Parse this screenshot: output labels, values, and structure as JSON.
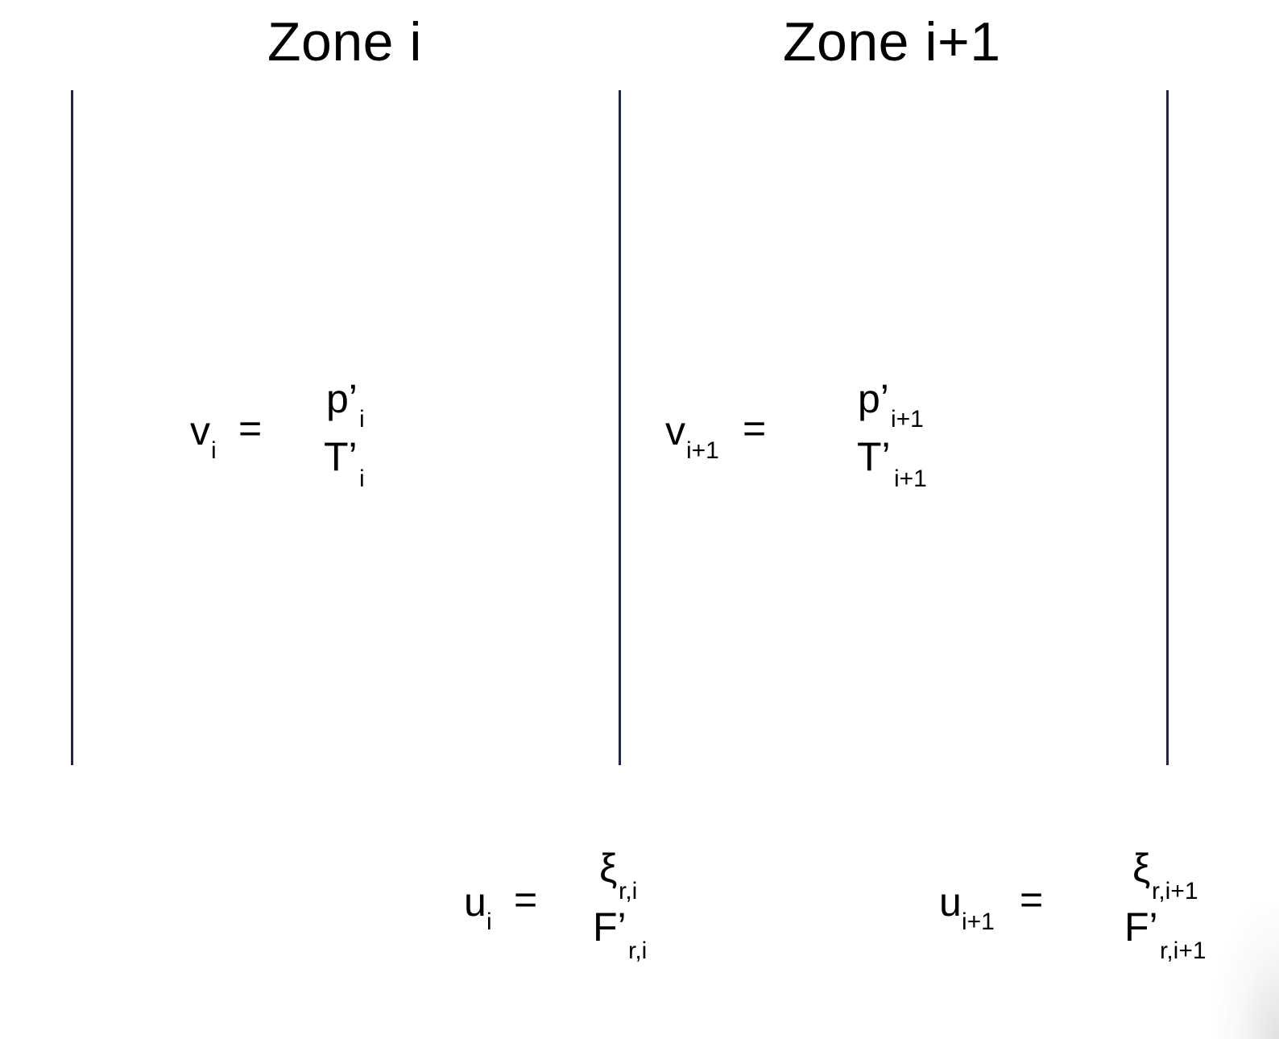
{
  "zones": [
    {
      "title": "Zone i",
      "state": {
        "lhs": "v",
        "lhs_sub": "i",
        "equals": "=",
        "row1_main": "p’",
        "row1_sub": "i",
        "row2_main": "T’",
        "row2_sub": "i"
      },
      "control": {
        "lhs": "u",
        "lhs_sub": "i",
        "equals": "=",
        "row1_main": "ξ",
        "row1_sub": "r,i",
        "row2_main": "F’",
        "row2_sub": "r,i"
      }
    },
    {
      "title": "Zone i+1",
      "state": {
        "lhs": "v",
        "lhs_sub": "i+1",
        "equals": "=",
        "row1_main": "p’",
        "row1_sub": "i+1",
        "row2_main": "T’",
        "row2_sub": "i+1"
      },
      "control": {
        "lhs": "u",
        "lhs_sub": "i+1",
        "equals": "=",
        "row1_main": "ξ",
        "row1_sub": "r,i+1",
        "row2_main": "F’",
        "row2_sub": "r,i+1"
      }
    }
  ],
  "colors": {
    "divider": "#1f2750",
    "text": "#000000",
    "background": "#ffffff"
  }
}
